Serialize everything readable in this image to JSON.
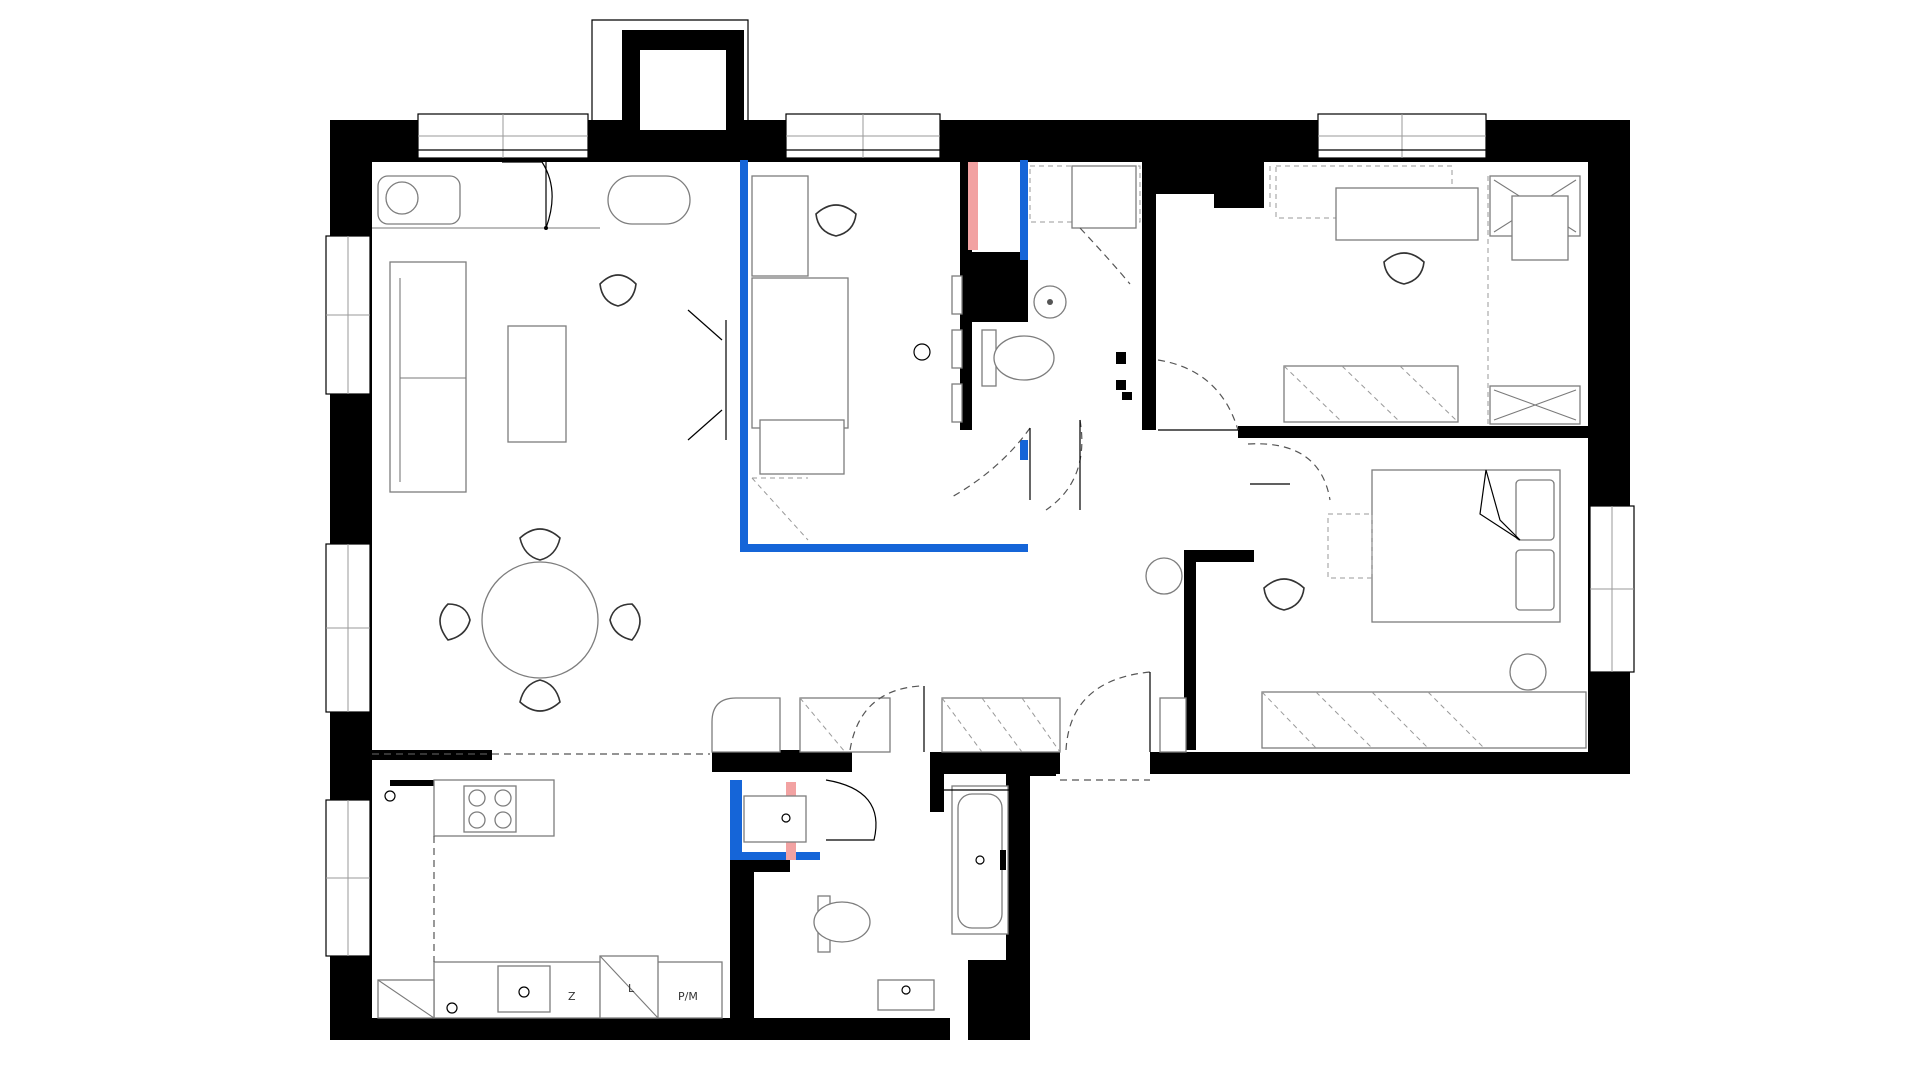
{
  "labels": {
    "kitchen_cabinet_z": "Z",
    "kitchen_cabinet_l": "L",
    "kitchen_cabinet_pm": "P/M"
  },
  "colors": {
    "wall": "#000000",
    "new_wall": "#1565d8",
    "demolition": "#f2a2a2",
    "furniture_line": "#7d7d7d",
    "background": "#ffffff"
  }
}
